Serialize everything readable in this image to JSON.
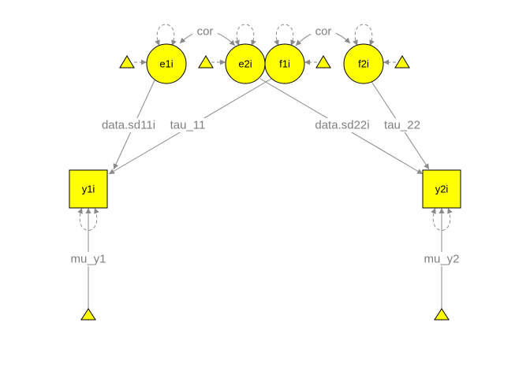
{
  "colors": {
    "node_fill": "#ffff00",
    "edge": "#8a8a8a",
    "label": "#808080"
  },
  "nodes": {
    "e1i": "e1i",
    "e2i": "e2i",
    "f1i": "f1i",
    "f2i": "f2i",
    "y1i": "y1i",
    "y2i": "y2i"
  },
  "edge_labels": {
    "cor_left": "cor",
    "cor_right": "cor",
    "data_sd11i": "data.sd11i",
    "tau_11": "tau_11",
    "data_sd22i": "data.sd22i",
    "tau_22": "tau_22",
    "mu_y1": "mu_y1",
    "mu_y2": "mu_y2"
  }
}
